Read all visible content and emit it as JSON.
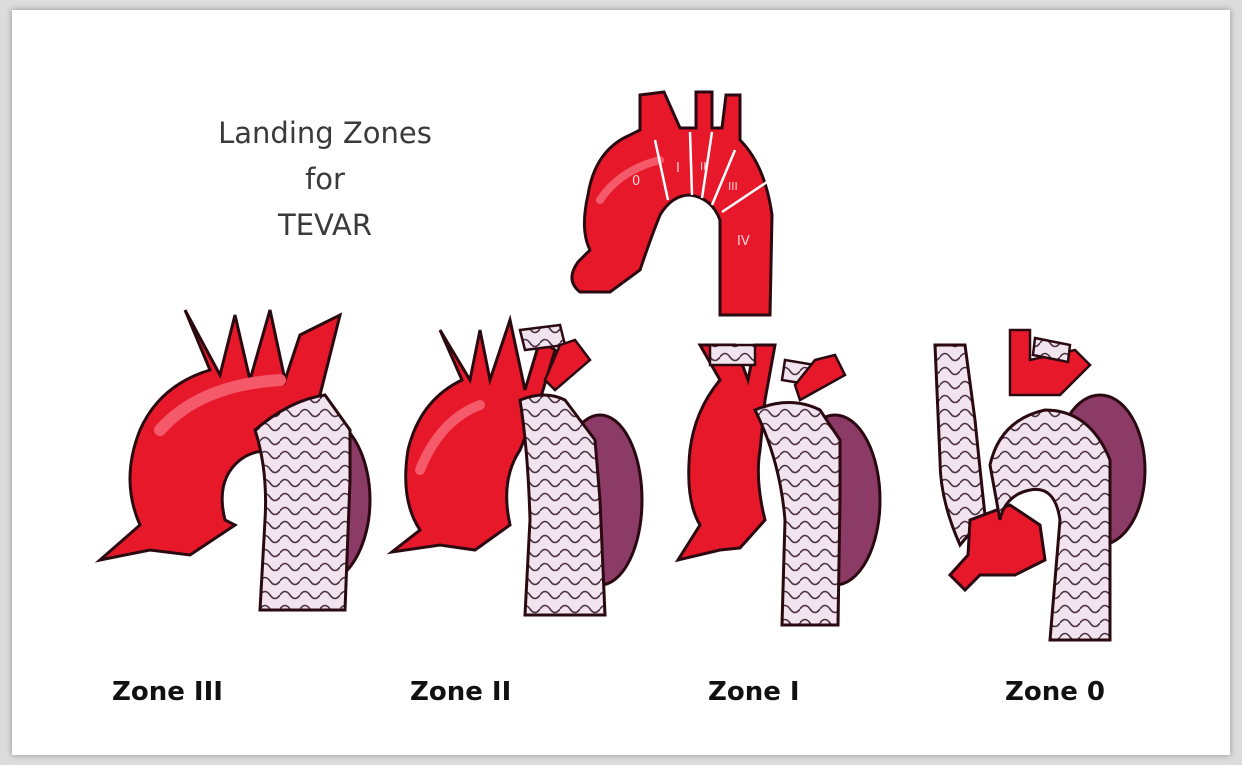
{
  "diagram": {
    "title_lines": [
      "Landing Zones",
      "for",
      "TEVAR"
    ],
    "zone_labels": [
      "Zone III",
      "Zone II",
      "Zone I",
      "Zone 0"
    ],
    "reference_markers": [
      "0",
      "I",
      "II",
      "III",
      "IV"
    ],
    "colors": {
      "aorta_red": "#e8182b",
      "aorta_highlight": "#f45a6a",
      "stent_graft": "#f1e4ee",
      "aneurysm_purple": "#8c3a66",
      "outline": "#2a0a10"
    }
  }
}
